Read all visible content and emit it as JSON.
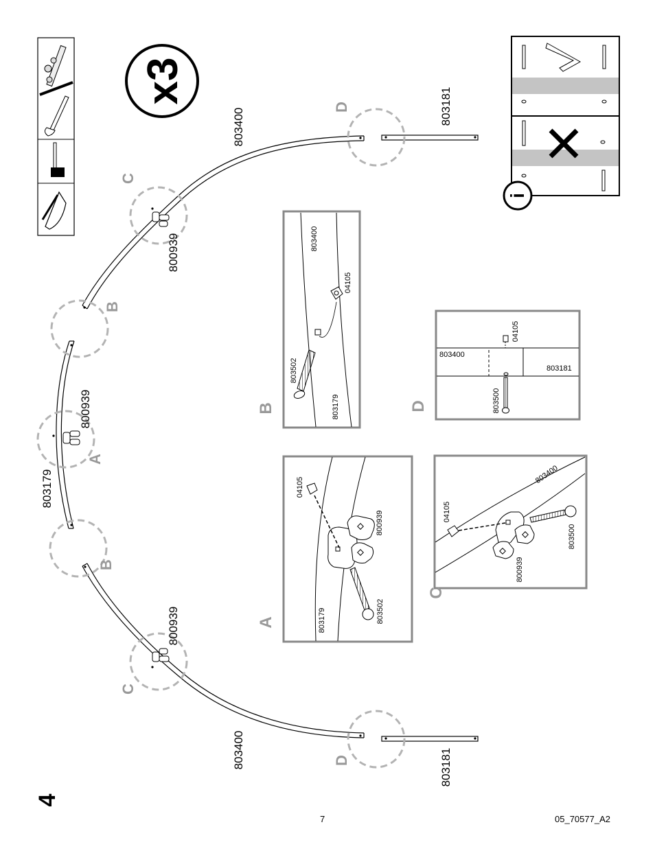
{
  "step": {
    "number": "4",
    "quantity": "x3"
  },
  "tools": [
    "wrench-set-icon",
    "adjustable-wrench-icon",
    "mallet-icon",
    "hand-guard-icon"
  ],
  "main_diagram": {
    "part_labels": {
      "top_arc": "803400",
      "top_leg": "803181",
      "mid_arc": "803179",
      "bottom_arc": "803400",
      "bottom_leg": "803181",
      "clip_top": "800939",
      "clip_mid": "800939",
      "clip_bottom": "800939"
    },
    "callout_letters": {
      "d_top": "D",
      "c_top": "C",
      "b_top": "B",
      "a": "A",
      "b_bottom": "B",
      "c_bottom": "C",
      "d_bottom": "D"
    }
  },
  "detail_b": {
    "letter": "B",
    "labels": {
      "arc": "803400",
      "nut": "04105",
      "bolt": "803502",
      "tube": "803179"
    }
  },
  "detail_d": {
    "letter": "D",
    "labels": {
      "arc": "803400",
      "leg": "803181",
      "nut": "04105",
      "bolt": "803500"
    }
  },
  "detail_a": {
    "letter": "A",
    "labels": {
      "nut": "04105",
      "clip": "800939",
      "bolt": "803502",
      "tube": "803179"
    }
  },
  "detail_c": {
    "letter": "C",
    "labels": {
      "arc": "803400",
      "nut": "04105",
      "bolt": "803500",
      "clip": "800939"
    }
  },
  "info_panel": {
    "info_symbol": "i"
  },
  "footer": {
    "page_number": "7",
    "doc_code": "05_70577_A2"
  }
}
